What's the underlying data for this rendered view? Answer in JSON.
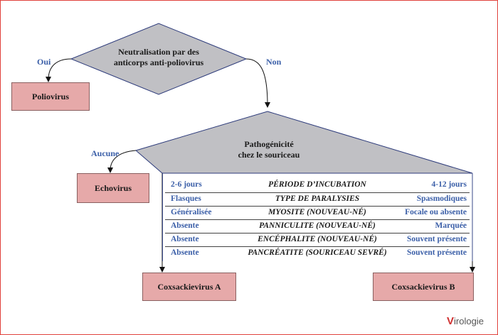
{
  "decision1": {
    "line1": "Neutralisation par des",
    "line2": "anticorps anti-poliovirus",
    "yes": "Oui",
    "no": "Non"
  },
  "decision2": {
    "line1": "Pathogénicité",
    "line2": "chez le souriceau",
    "none": "Aucune"
  },
  "boxes": {
    "poliovirus": "Poliovirus",
    "echovirus": "Echovirus",
    "coxsackie_a": "Coxsackievirus A",
    "coxsackie_b": "Coxsackievirus B"
  },
  "table": [
    {
      "left": "2-6 jours",
      "mid": "PÉRIODE D’INCUBATION",
      "right": "4-12 jours"
    },
    {
      "left": "Flasques",
      "mid": "TYPE DE PARALYSIES",
      "right": "Spasmodiques"
    },
    {
      "left": "Généralisée",
      "mid": "MYOSITE (NOUVEAU-NÉ)",
      "right": "Focale ou absente"
    },
    {
      "left": "Absente",
      "mid": "PANNICULITE (NOUVEAU-NÉ)",
      "right": "Marquée"
    },
    {
      "left": "Absente",
      "mid": "ENCÉPHALITE (NOUVEAU-NÉ)",
      "right": "Souvent présente"
    },
    {
      "left": "Absente",
      "mid": "PANCRÉATITE (SOURICEAU SEVRÉ)",
      "right": "Souvent présente"
    }
  ],
  "logo": {
    "first": "V",
    "rest": "irologie"
  },
  "colors": {
    "diamond": "#c0c0c4",
    "box": "#e6a9a9",
    "branch_text": "#3b5fa8",
    "frame": "#e0413b"
  }
}
